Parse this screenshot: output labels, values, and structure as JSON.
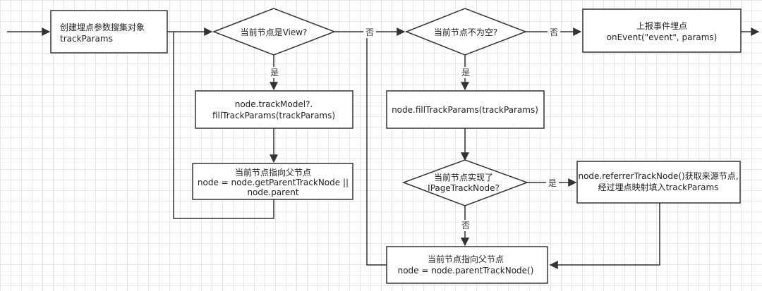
{
  "nodes": {
    "create_params": {
      "lines": [
        "创建埋点参数搜集对象",
        "trackParams"
      ]
    },
    "is_view": {
      "lines": [
        "当前节点是View?"
      ]
    },
    "fill_track_model": {
      "lines": [
        "node.trackModel?.",
        "fillTrackParams(trackParams)"
      ]
    },
    "to_parent_1": {
      "lines": [
        "当前节点指向父节点",
        "node = node.getParentTrackNode ||",
        "node.parent"
      ]
    },
    "not_empty": {
      "lines": [
        "当前节点不为空?"
      ]
    },
    "fill_node": {
      "lines": [
        "node.fillTrackParams(trackParams)"
      ]
    },
    "implements_page": {
      "lines": [
        "当前节点实现了",
        "IPageTrackNode?"
      ]
    },
    "referrer": {
      "lines": [
        "node.referrerTrackNode()获取来源节点,",
        "经过埋点映射填入trackParams"
      ]
    },
    "to_parent_2": {
      "lines": [
        "当前节点指向父节点",
        "node = node.parentTrackNode()"
      ]
    },
    "report": {
      "lines": [
        "上报事件埋点",
        "onEvent(\"event\", params)"
      ]
    }
  },
  "edge_labels": {
    "is_view_yes": "是",
    "is_view_no": "否",
    "not_empty_yes": "是",
    "not_empty_no": "否",
    "implements_yes": "是",
    "implements_no": "否"
  },
  "colors": {
    "stroke": "#333333",
    "fill": "#ffffff",
    "text": "#222222",
    "grid": "#e6e6e6"
  }
}
